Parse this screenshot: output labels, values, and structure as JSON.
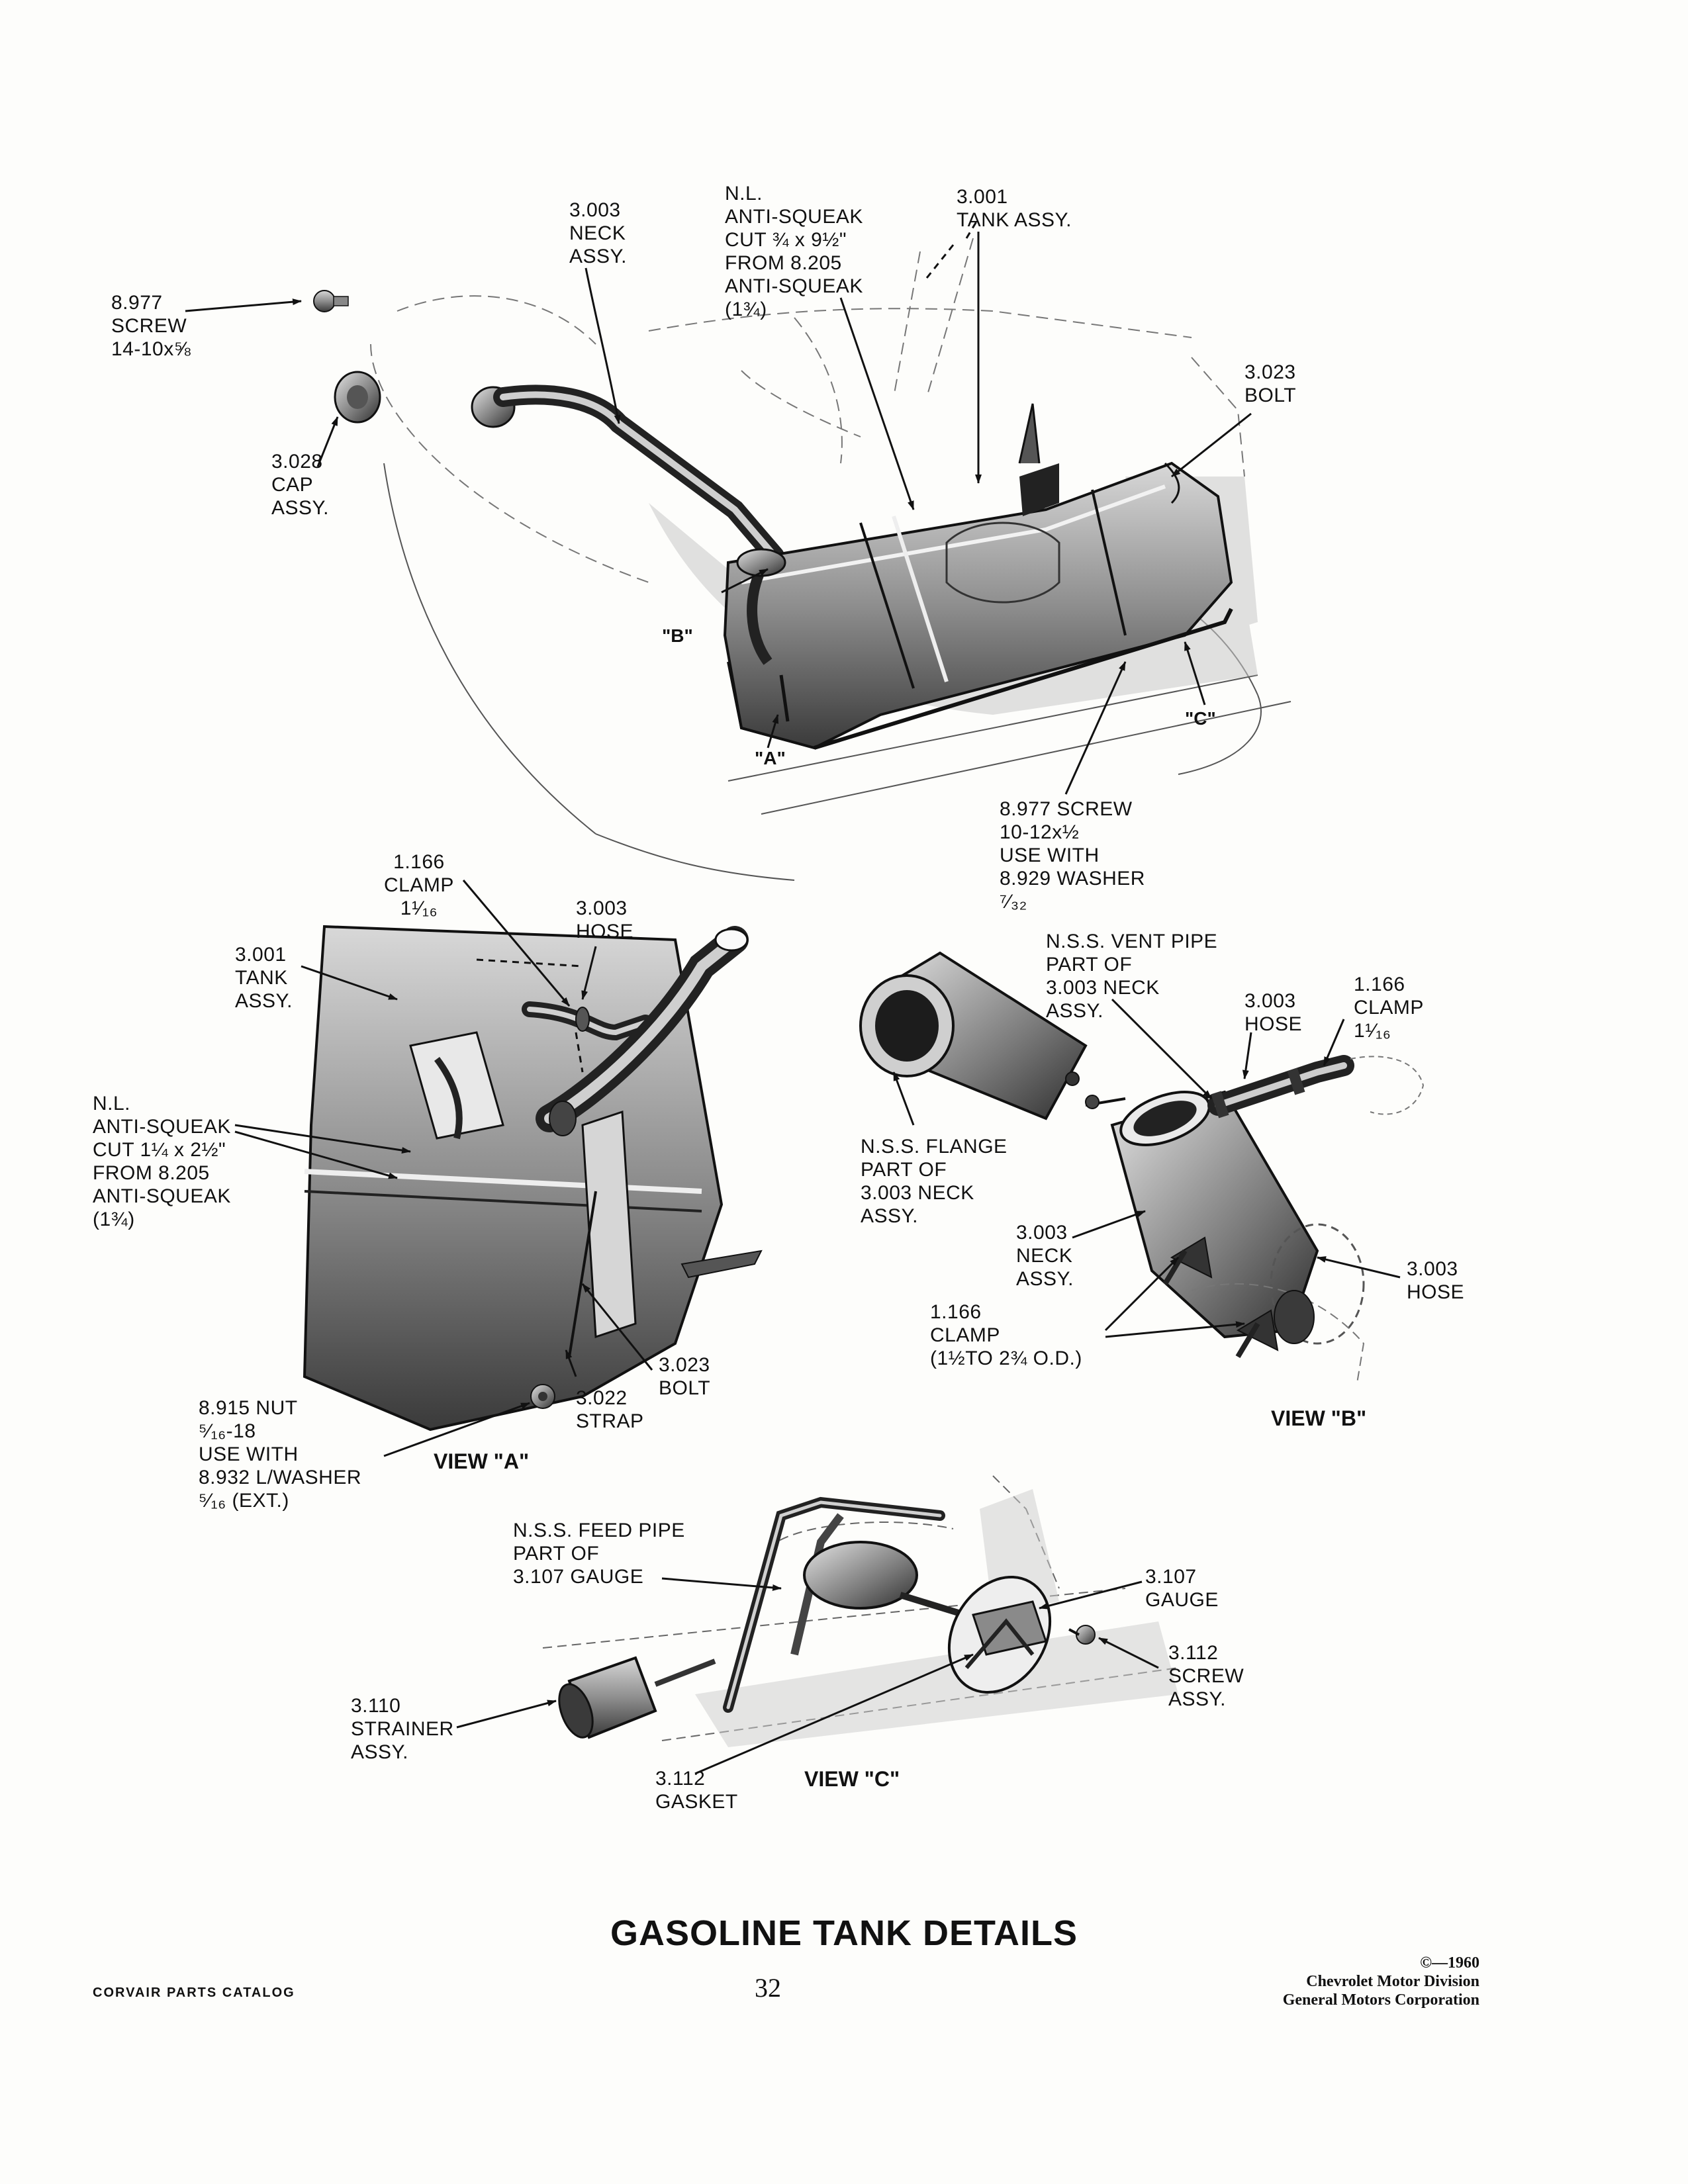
{
  "title": "GASOLINE TANK DETAILS",
  "page_number": "32",
  "footer_left": "CORVAIR PARTS CATALOG",
  "footer_right": {
    "line1": "©—1960",
    "line2": "Chevrolet Motor Division",
    "line3": "General Motors Corporation"
  },
  "main_view": {
    "callouts": {
      "screw_8977": [
        "8.977",
        "SCREW",
        "14-10x⅝"
      ],
      "cap_3028": [
        "3.028",
        "CAP",
        "ASSY."
      ],
      "neck_3003": [
        "3.003",
        "NECK",
        "ASSY."
      ],
      "anti_squeak_nl": [
        "N.L.",
        "ANTI-SQUEAK",
        "CUT ¾ x 9½\"",
        "FROM 8.205",
        "ANTI-SQUEAK",
        "(1¾)"
      ],
      "tank_3001": [
        "3.001",
        "TANK ASSY."
      ],
      "bolt_3023": [
        "3.023",
        "BOLT"
      ],
      "screw_washer_8977": [
        "8.977 SCREW",
        "10-12x½",
        "USE WITH",
        "8.929 WASHER",
        "⁷⁄₃₂"
      ]
    },
    "tags": {
      "a": "\"A\"",
      "b": "\"B\"",
      "c": "\"C\""
    }
  },
  "view_a": {
    "label": "VIEW \"A\"",
    "callouts": {
      "clamp_1166": [
        "1.166",
        "CLAMP",
        "1¹⁄₁₆"
      ],
      "hose_3003": [
        "3.003",
        "HOSE"
      ],
      "tank_3001": [
        "3.001",
        "TANK",
        "ASSY."
      ],
      "anti_squeak_nl": [
        "N.L.",
        "ANTI-SQUEAK",
        "CUT 1¼ x 2½\"",
        "FROM 8.205",
        "ANTI-SQUEAK",
        "(1¾)"
      ],
      "bolt_3023": [
        "3.023",
        "BOLT"
      ],
      "strap_3022": [
        "3.022",
        "STRAP"
      ],
      "nut_8915": [
        "8.915 NUT",
        "⁵⁄₁₆-18",
        "USE WITH",
        "8.932 L/WASHER",
        "⁵⁄₁₆ (EXT.)"
      ]
    }
  },
  "view_b": {
    "label": "VIEW \"B\"",
    "callouts": {
      "vent_pipe": [
        "N.S.S. VENT PIPE",
        "PART OF",
        "3.003 NECK",
        "ASSY."
      ],
      "hose_3003_top": [
        "3.003",
        "HOSE"
      ],
      "clamp_1166_top": [
        "1.166",
        "CLAMP",
        "1¹⁄₁₆"
      ],
      "flange": [
        "N.S.S. FLANGE",
        "PART OF",
        "3.003 NECK",
        "ASSY."
      ],
      "neck_3003": [
        "3.003",
        "NECK",
        "ASSY."
      ],
      "hose_3003_right": [
        "3.003",
        "HOSE"
      ],
      "clamp_1166_bottom": [
        "1.166",
        "CLAMP",
        "(1½TO 2¾ O.D.)"
      ]
    }
  },
  "view_c": {
    "label": "VIEW \"C\"",
    "callouts": {
      "feed_pipe": [
        "N.S.S. FEED PIPE",
        "PART OF",
        "3.107 GAUGE"
      ],
      "gauge_3107": [
        "3.107",
        "GAUGE"
      ],
      "screw_3112": [
        "3.112",
        "SCREW",
        "ASSY."
      ],
      "strainer_3110": [
        "3.110",
        "STRAINER",
        "ASSY."
      ],
      "gasket_3112": [
        "3.112",
        "GASKET"
      ]
    }
  }
}
